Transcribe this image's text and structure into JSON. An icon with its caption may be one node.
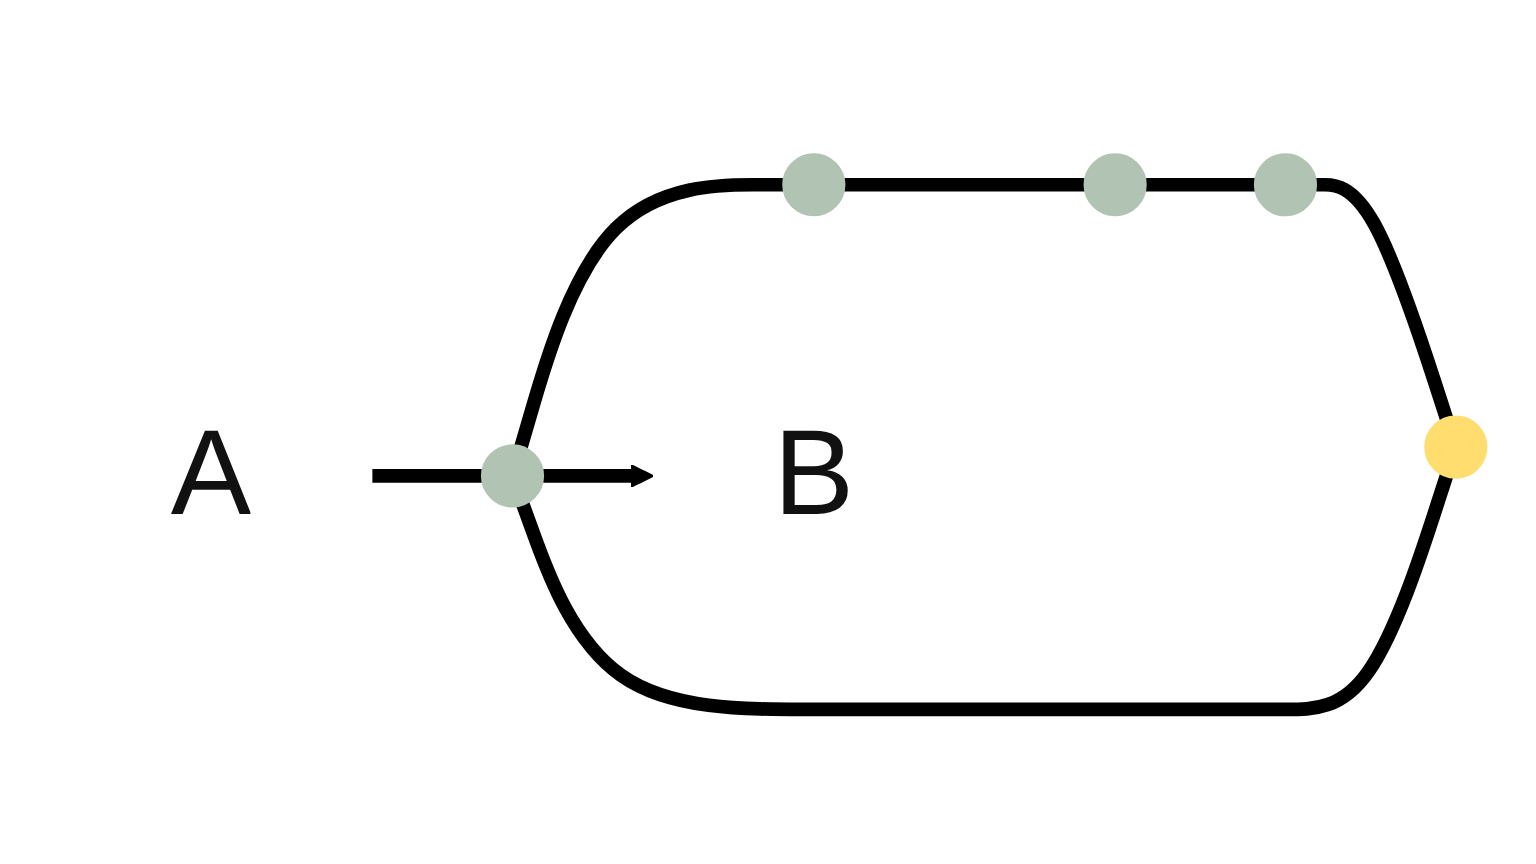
{
  "diagram": {
    "nodes": [
      {
        "text": [
          "A"
        ]
      },
      {
        "text": [],
        "shape": "circle"
      },
      {
        "text": [],
        "shape": "circle"
      },
      {
        "text": [],
        "shape": "circle"
      },
      {
        "text": [],
        "shape": "circle"
      },
      {
        "text": [],
        "shape": "circle"
      },
      {
        "text": [
          "B"
        ]
      }
    ],
    "edges": [
      {
        "from": 0,
        "to": 1,
        "arrow": "none"
      },
      {
        "from": 1,
        "to": 2,
        "arrow": "none"
      },
      {
        "from": 2,
        "to": 3,
        "arrow": "none"
      },
      {
        "from": 3,
        "to": 4,
        "arrow": "none"
      },
      {
        "from": 4,
        "to": 5,
        "arrow": "none"
      },
      {
        "from": 5,
        "to": 1,
        "arrow": "none"
      },
      {
        "from": 1,
        "to": 6,
        "arrow": "to"
      }
    ]
  }
}
